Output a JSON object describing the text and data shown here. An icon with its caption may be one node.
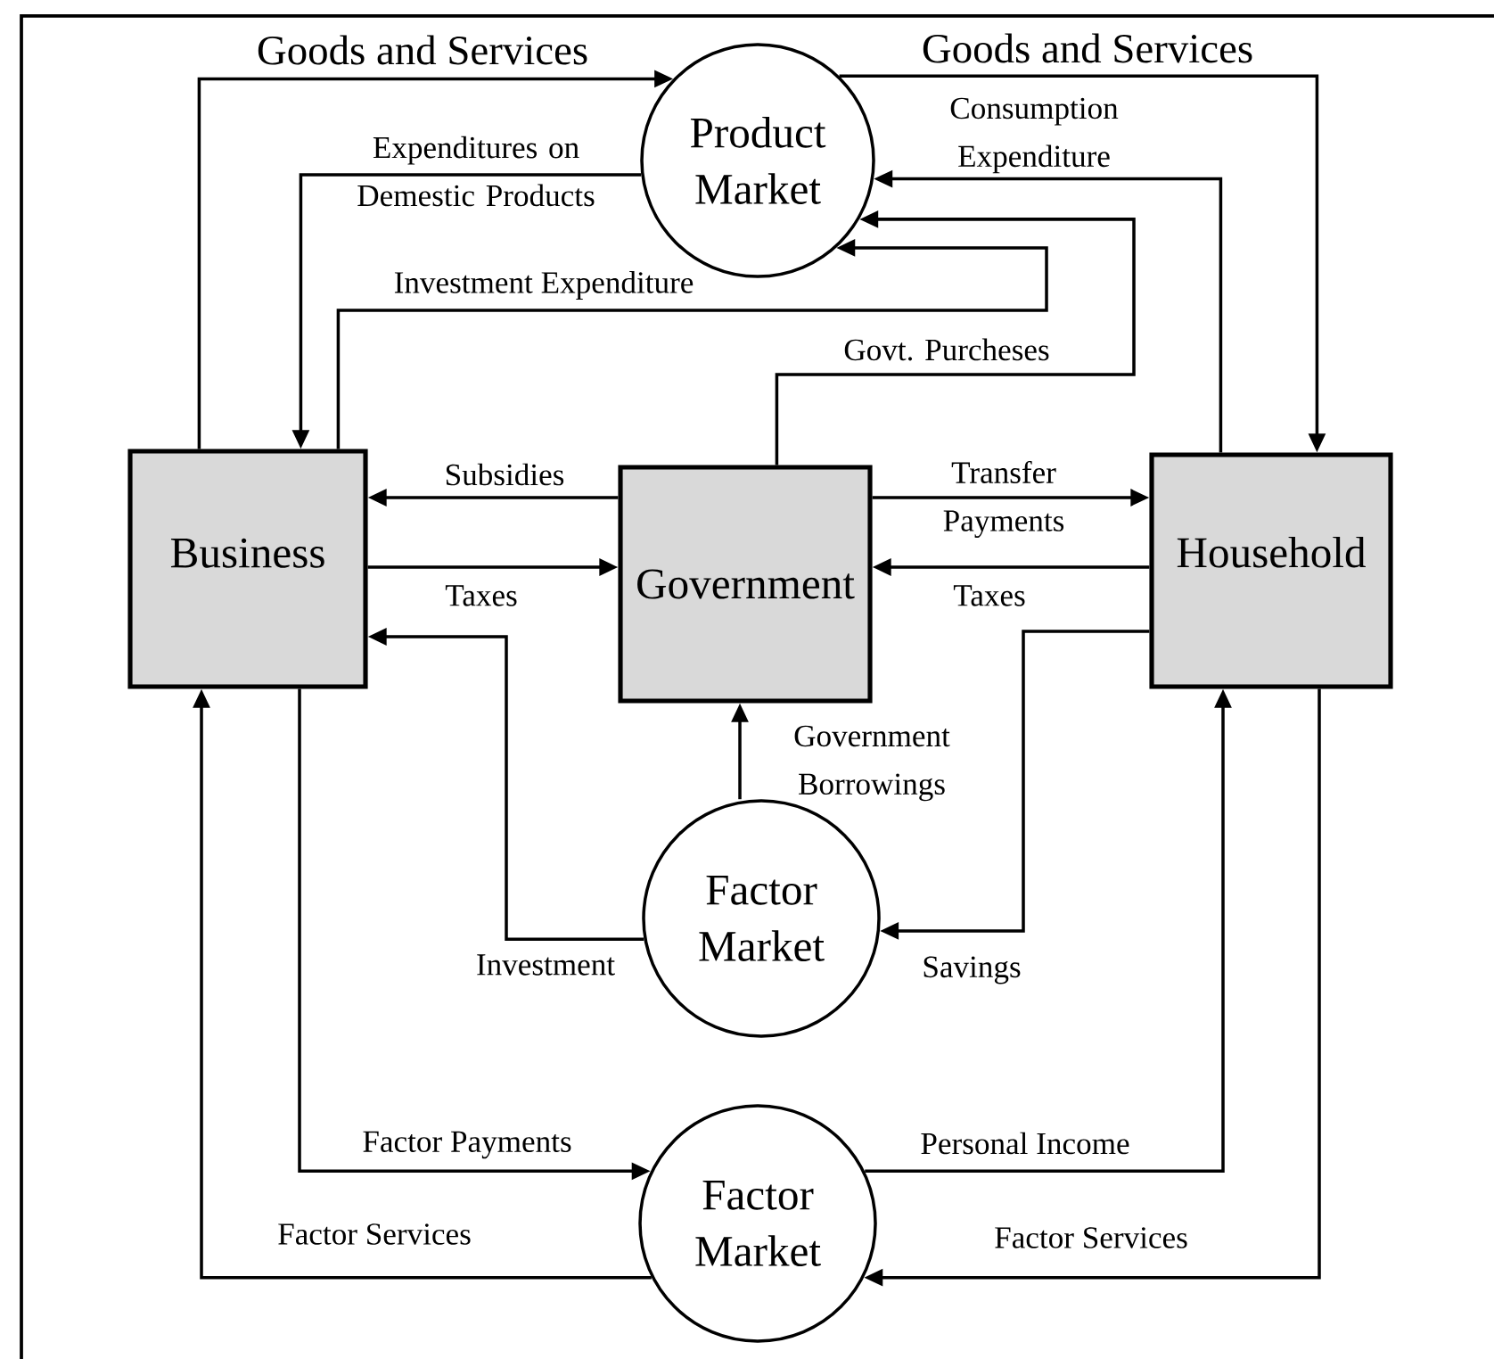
{
  "diagram": {
    "nodes": [
      {
        "text": [
          "Product Market"
        ]
      },
      {
        "text": [
          "Business"
        ]
      },
      {
        "text": [
          "Government"
        ]
      },
      {
        "text": [
          "Household"
        ]
      },
      {
        "text": [
          "Factor Market"
        ]
      },
      {
        "text": [
          "Factor Market"
        ]
      }
    ],
    "edges": [
      {
        "from": 1,
        "to": 0,
        "arrow": "to",
        "label": "Goods and Services"
      },
      {
        "from": 0,
        "to": 3,
        "arrow": "to",
        "label": "Goods and Services"
      },
      {
        "from": 0,
        "to": 1,
        "arrow": "to",
        "label": "Expenditures on Demestic Products"
      },
      {
        "from": 1,
        "to": 0,
        "arrow": "to",
        "label": "Investment Expenditure"
      },
      {
        "from": 3,
        "to": 0,
        "arrow": "to",
        "label": "Consumption Expenditure"
      },
      {
        "from": 2,
        "to": 0,
        "arrow": "to",
        "label": "Govt. Purcheses"
      },
      {
        "from": 2,
        "to": 1,
        "arrow": "to",
        "label": "Subsidies"
      },
      {
        "from": 1,
        "to": 2,
        "arrow": "to",
        "label": "Taxes"
      },
      {
        "from": 2,
        "to": 3,
        "arrow": "to",
        "label": "Transfer Payments"
      },
      {
        "from": 3,
        "to": 2,
        "arrow": "to",
        "label": "Taxes"
      },
      {
        "from": 4,
        "to": 1,
        "arrow": "to",
        "label": "Investment"
      },
      {
        "from": 4,
        "to": 2,
        "arrow": "to",
        "label": "Government Borrowings"
      },
      {
        "from": 3,
        "to": 4,
        "arrow": "to",
        "label": "Savings"
      },
      {
        "from": 1,
        "to": 5,
        "arrow": "to",
        "label": "Factor Payments"
      },
      {
        "from": 5,
        "to": 3,
        "arrow": "to",
        "label": "Personal Income"
      },
      {
        "from": 5,
        "to": 1,
        "arrow": "to",
        "label": "Factor Services"
      },
      {
        "from": 3,
        "to": 5,
        "arrow": "to",
        "label": "Factor Services"
      }
    ]
  }
}
